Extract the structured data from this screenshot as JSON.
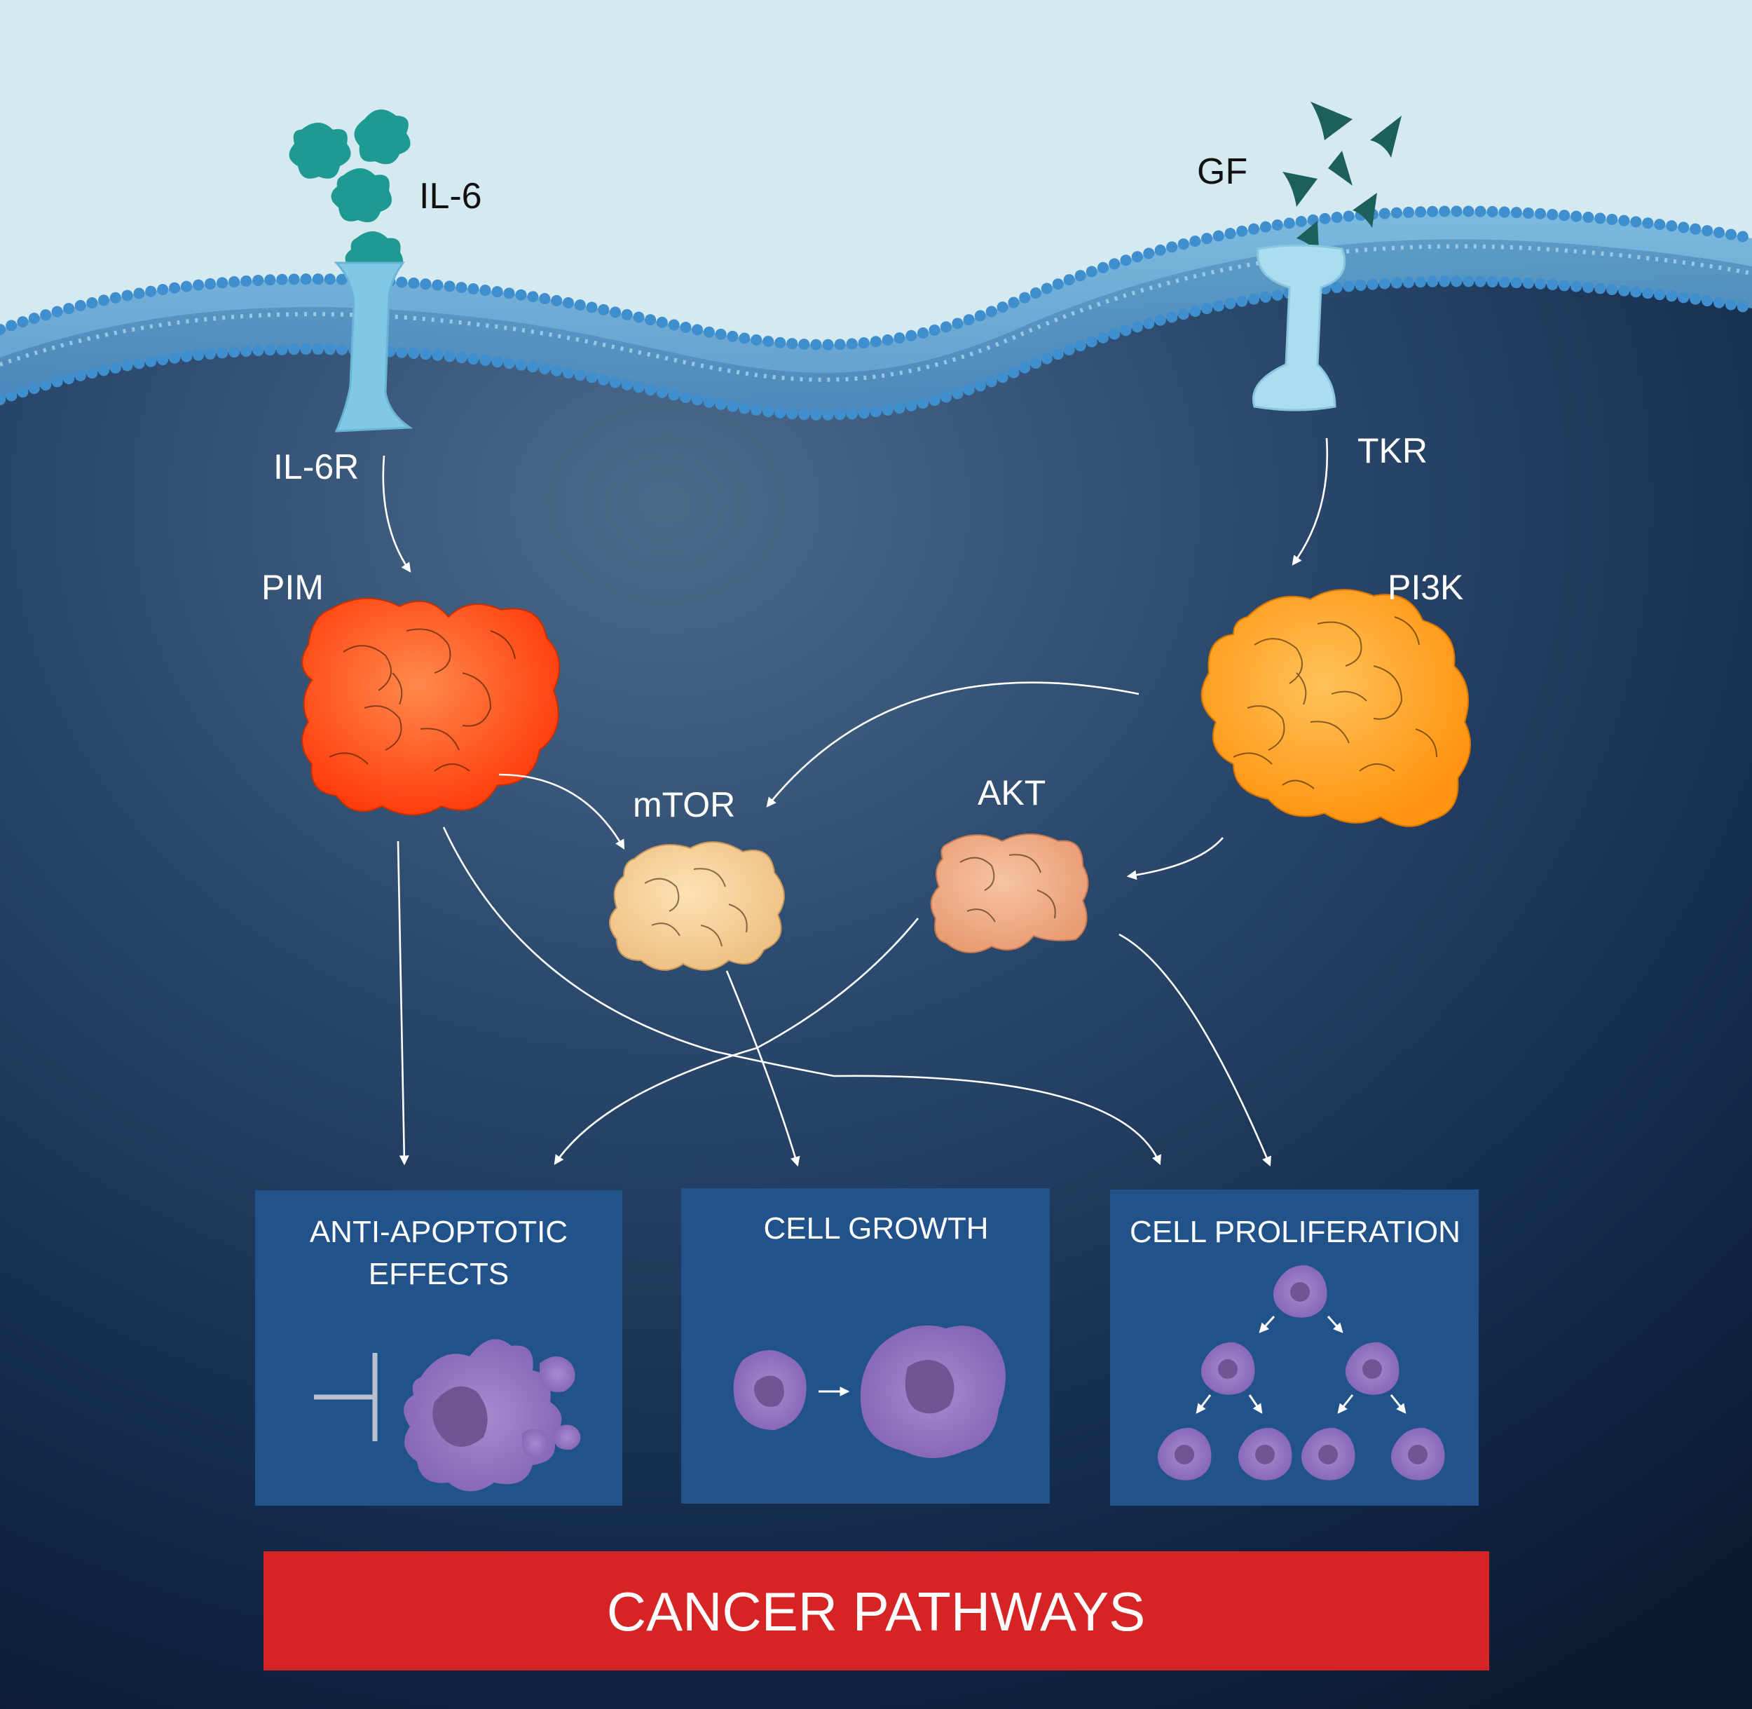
{
  "labels": {
    "il6": "IL-6",
    "gf": "GF",
    "il6r": "IL-6R",
    "tkr": "TKR",
    "pim": "PIM",
    "pi3k": "PI3K",
    "mtor": "mTOR",
    "akt": "AKT"
  },
  "outcomes": {
    "anti_apoptotic_line1": "ANTI-APOPTOTIC",
    "anti_apoptotic_line2": "EFFECTS",
    "cell_growth": "CELL GROWTH",
    "cell_proliferation": "CELL PROLIFERATION"
  },
  "banner": {
    "text": "CANCER PATHWAYS"
  },
  "colors": {
    "extracellular": "#d5e9f1",
    "membrane_head": "#3f8fcf",
    "receptor": "#7fc9e6",
    "ligand_il6": "#1e9a93",
    "ligand_gf": "#1d5f5c",
    "pim": "#ff4a14",
    "pi3k": "#ff9f1a",
    "mtor": "#f3cb94",
    "akt": "#efac86",
    "outcome_box": "#21528a",
    "cell": "#9a7cc0",
    "cell_nucleus": "#6f5594",
    "banner": "#d62424"
  }
}
